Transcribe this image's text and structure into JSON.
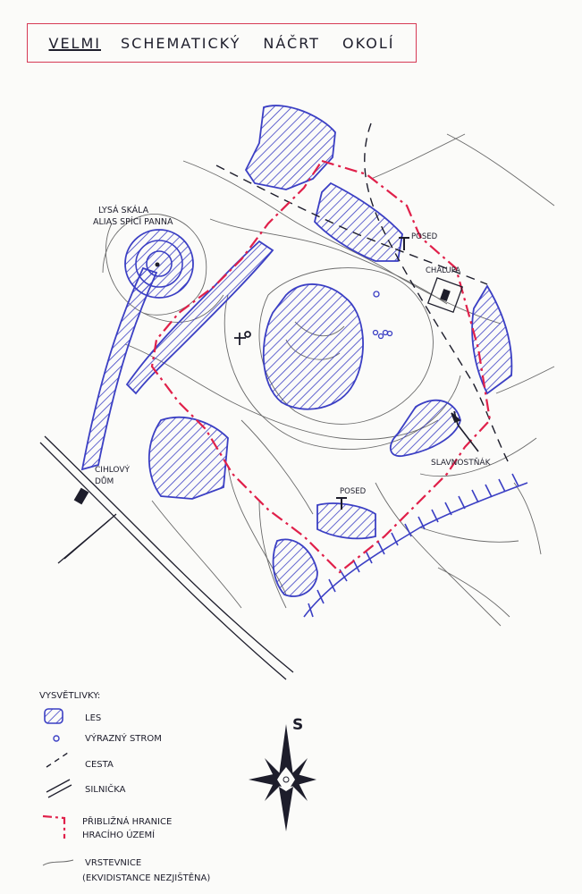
{
  "title": {
    "first_word": "VELMI",
    "rest": "SCHEMATICKÝ NÁČRT OKOLÍ"
  },
  "map_labels": {
    "rock_line1": "LYSÁ SKÁLA",
    "rock_line2": "ALIAS SPÍCÍ PANNA",
    "posed_top": "POSED",
    "chalupa": "CHALUPA",
    "slavnostnak": "SLAVNOSTŇÁK",
    "cihlovy_line1": "CIHLOVÝ",
    "cihlovy_line2": "DŮM",
    "posed_bottom": "POSED"
  },
  "compass": {
    "label": "S"
  },
  "legend": {
    "heading": "VYSVĚTLIVKY:",
    "items": [
      {
        "symbol": "forest",
        "label": "LES"
      },
      {
        "symbol": "tree",
        "label": "VÝRAZNÝ STROM"
      },
      {
        "symbol": "path",
        "label": "CESTA"
      },
      {
        "symbol": "road",
        "label": "SILNIČKA"
      },
      {
        "symbol": "boundary",
        "label_line1": "PŘIBLIŽNÁ HRANICE",
        "label_line2": "HRACÍHO ÚZEMÍ"
      },
      {
        "symbol": "contour",
        "label_line1": "VRSTEVNICE",
        "label_line2": "(EKVIDISTANCE NEZJIŠTĚNA)"
      }
    ]
  },
  "colors": {
    "ink": "#1d1d2b",
    "forest_blue": "#3b3fc4",
    "boundary_red": "#e0204a",
    "pencil": "#6a6a6a"
  }
}
